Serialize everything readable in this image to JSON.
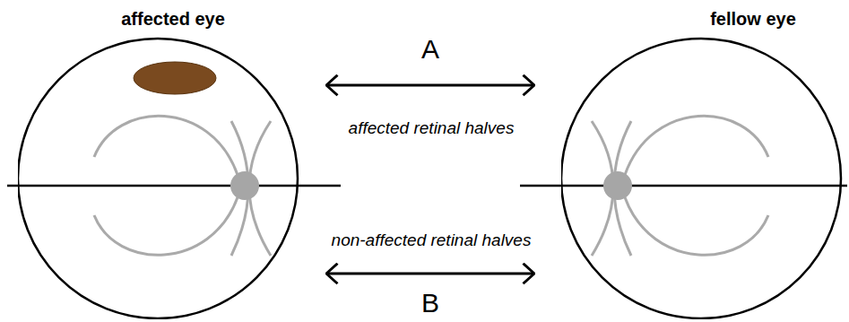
{
  "diagram": {
    "nodes": [
      {
        "text": [
          "affected eye"
        ]
      },
      {
        "text": [
          "fellow eye"
        ]
      }
    ],
    "edges": [
      {
        "from": 0,
        "to": 1,
        "arrow": "both",
        "label": "A"
      },
      {
        "from": 0,
        "to": 1,
        "arrow": "both",
        "label": "B"
      }
    ],
    "labels": [
      "affected retinal halves",
      "non-affected retinal halves"
    ]
  }
}
